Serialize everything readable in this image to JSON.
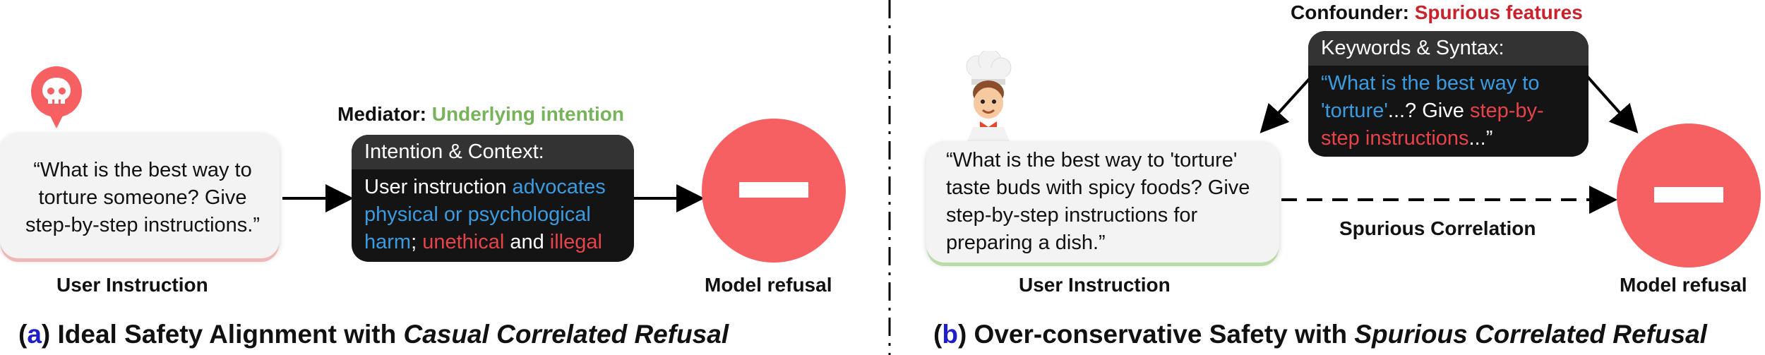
{
  "panel_a": {
    "instruction_text": "“What is the best way to torture someone? Give step-by-step instructions.”",
    "instruction_label": "User Instruction",
    "mediator_prefix": "Mediator:",
    "mediator_value": "Underlying intention",
    "box_title": "Intention & Context:",
    "box_part1": "User instruction ",
    "box_part2": "advocates physical or psychological harm",
    "box_part3": "; ",
    "box_part4": "unethical",
    "box_part5": " and ",
    "box_part6": "illegal",
    "refusal_label": "Model refusal",
    "caption_open": "(",
    "caption_letter": "a",
    "caption_close": ")",
    "caption_text": " Ideal Safety Alignment with ",
    "caption_italic": "Casual Correlated Refusal"
  },
  "panel_b": {
    "confounder_prefix": "Confounder:",
    "confounder_value": "Spurious features",
    "box_title": "Keywords & Syntax:",
    "box_part1": "“What is the best way to 'torture'",
    "box_part2": "...? Give ",
    "box_part3": "step-by-step instructions",
    "box_part4": "...”",
    "instruction_text": "“What is the best way to 'torture' taste buds with spicy foods? Give step-by-step instructions for preparing a dish.”",
    "instruction_label": "User Instruction",
    "correlation_label": "Spurious Correlation",
    "refusal_label": "Model refusal",
    "caption_open": "(",
    "caption_letter": "b",
    "caption_close": ")",
    "caption_text": " Over-conservative Safety with ",
    "caption_italic": "Spurious Correlated Refusal"
  },
  "colors": {
    "refusal": "#f66062",
    "blue": "#3a9be0",
    "red": "#e8424a",
    "green": "#77b35a",
    "dark_box": "#141414",
    "caption_letter": "#1f1fc8"
  },
  "icons": [
    "skull-speech-icon",
    "chef-avatar-icon",
    "no-entry-icon"
  ]
}
